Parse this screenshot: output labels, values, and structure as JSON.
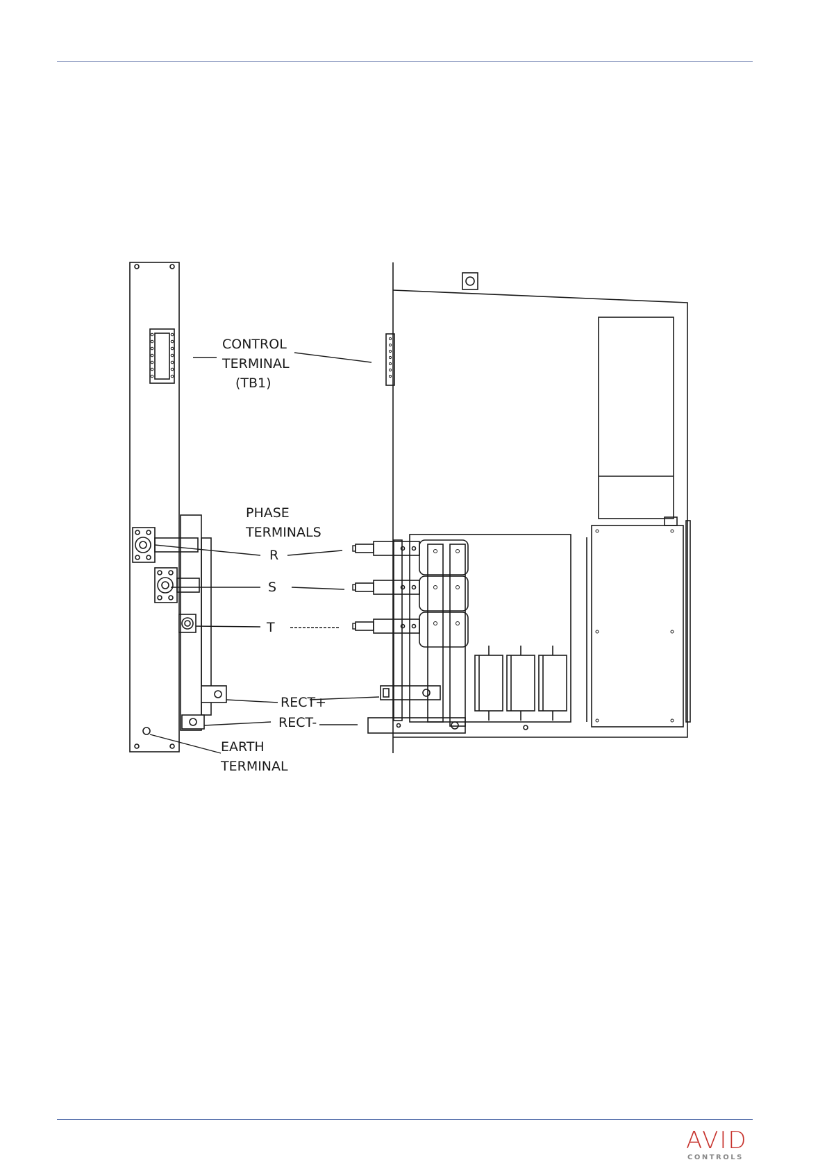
{
  "labels": {
    "control_terminal": [
      "CONTROL",
      "TERMINAL",
      "(TB1)"
    ],
    "phase_terminals": [
      "PHASE",
      "TERMINALS"
    ],
    "phase_r": "R",
    "phase_s": "S",
    "phase_t": "T",
    "rect_plus": "RECT+",
    "rect_minus": "RECT-",
    "earth_terminal": [
      "EARTH",
      "TERMINAL"
    ]
  },
  "logo": {
    "main": "AVID",
    "sub": "CONTROLS"
  },
  "colors": {
    "rule_top": "#9aa6c8",
    "rule_bottom": "#3d5aa0",
    "logo": "#c7332d",
    "line": "#1a1a1a"
  }
}
